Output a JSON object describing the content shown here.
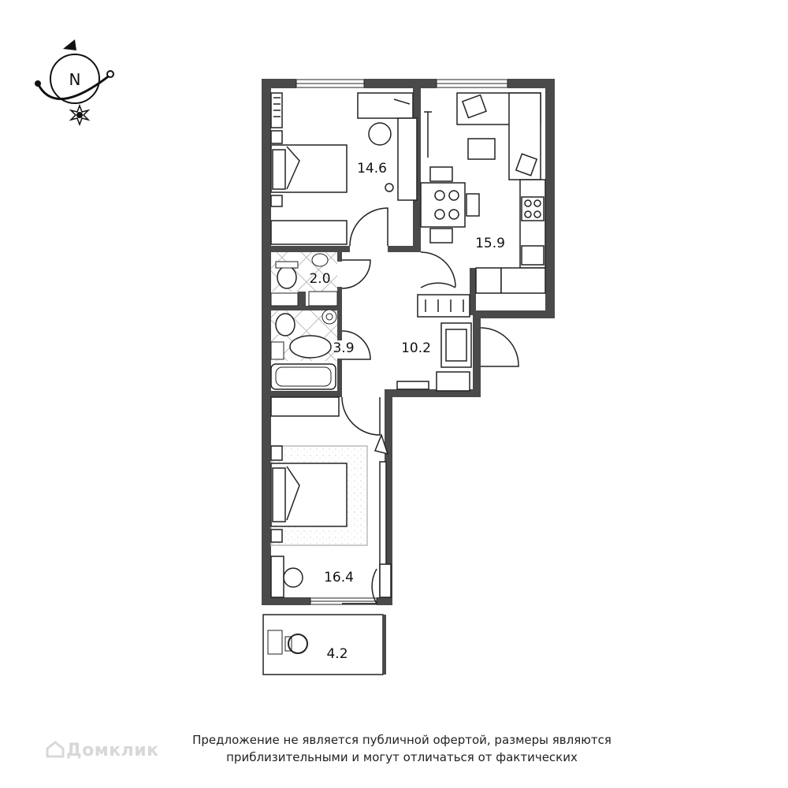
{
  "compass": {
    "letter": "N"
  },
  "rooms": [
    {
      "id": "bedroom-1",
      "label": "14.6"
    },
    {
      "id": "living-kitchen",
      "label": "15.9"
    },
    {
      "id": "toilet",
      "label": "2.0"
    },
    {
      "id": "bathroom",
      "label": "3.9"
    },
    {
      "id": "hallway",
      "label": "10.2"
    },
    {
      "id": "bedroom-2",
      "label": "16.4"
    },
    {
      "id": "balcony",
      "label": "4.2"
    }
  ],
  "disclaimer": {
    "line1": "Предложение не является публичной офертой, размеры являются",
    "line2": "приблизительными и могут отличаться от фактических"
  },
  "watermark": {
    "text": "Домклик"
  },
  "colors": {
    "wall": "#4a4a4a",
    "line": "#222222",
    "floor_pattern": "#bdbdbd",
    "watermark": "#d8d8d8"
  }
}
